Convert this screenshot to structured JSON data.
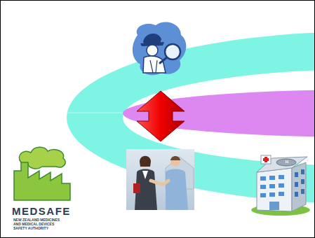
{
  "diagram": {
    "labels": [
      "MEDSAFE",
      "NEW ZEALAND MEDICINES AND MEDICAL DEVICES SAFETY AUTHORITY",
      "H"
    ]
  }
}
